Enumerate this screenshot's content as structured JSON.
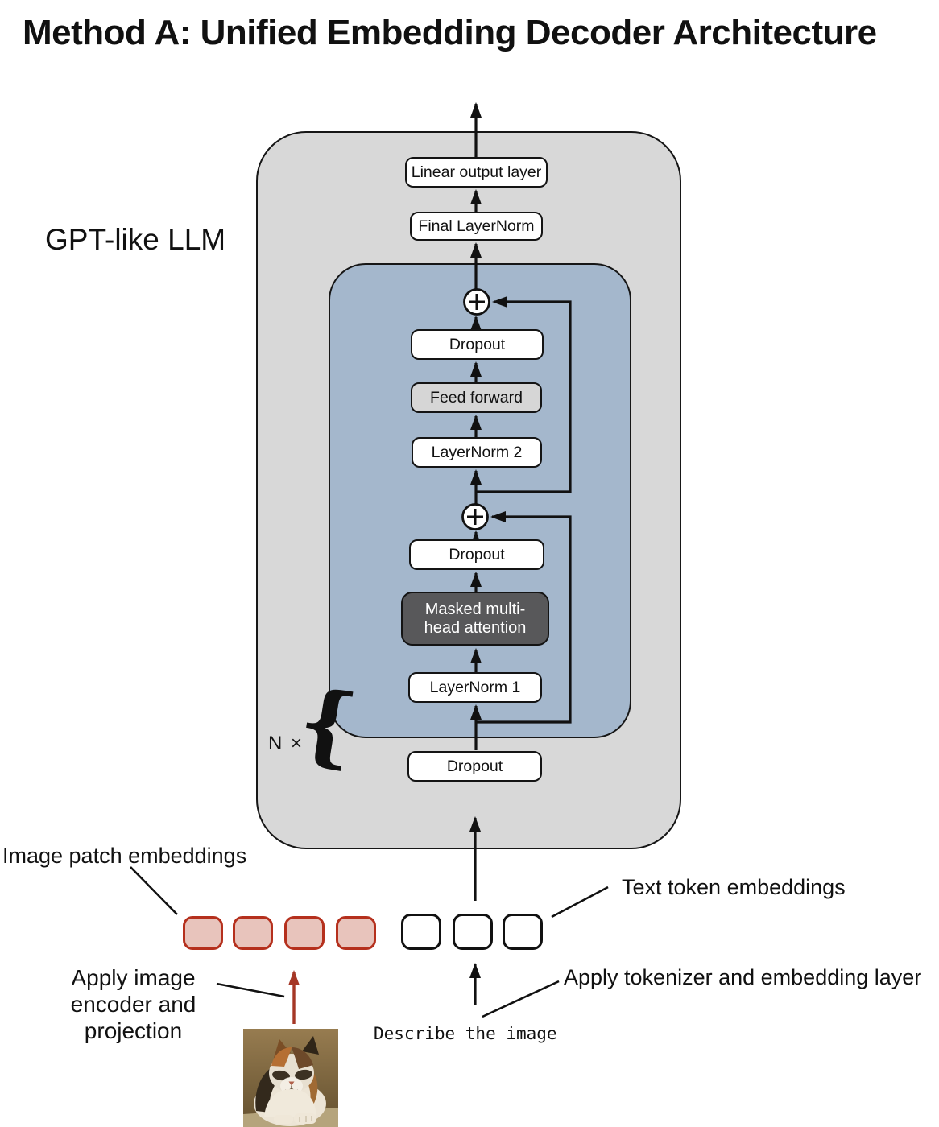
{
  "title": "Method A: Unified Embedding Decoder Architecture",
  "outer_label": "GPT-like LLM",
  "repeat_label": "N ×",
  "llm_blocks": {
    "linear_output": "Linear output layer",
    "final_layernorm": "Final LayerNorm",
    "dropout_ff": "Dropout",
    "feed_forward": "Feed forward",
    "layernorm_2": "LayerNorm 2",
    "dropout_attn": "Dropout",
    "masked_attention": "Masked multi-head attention",
    "layernorm_1": "LayerNorm 1",
    "dropout_embed": "Dropout"
  },
  "annotations": {
    "image_patch_embeddings": "Image patch embeddings",
    "text_token_embeddings": "Text token embeddings",
    "apply_tokenizer": "Apply tokenizer and embedding layer",
    "apply_image_encoder": "Apply image encoder and projection",
    "prompt_text": "Describe the image"
  },
  "tokens": {
    "image_patch_count": 4,
    "text_token_count": 3
  },
  "colors": {
    "outer_box_fill": "#d8d8d8",
    "transformer_block_fill": "#a4b7cc",
    "feed_forward_fill": "#d6d6d6",
    "masked_attention_fill": "#58585a",
    "image_token_fill": "#e8c4bc",
    "image_token_border": "#b5301d",
    "red_arrow": "#a53726"
  }
}
